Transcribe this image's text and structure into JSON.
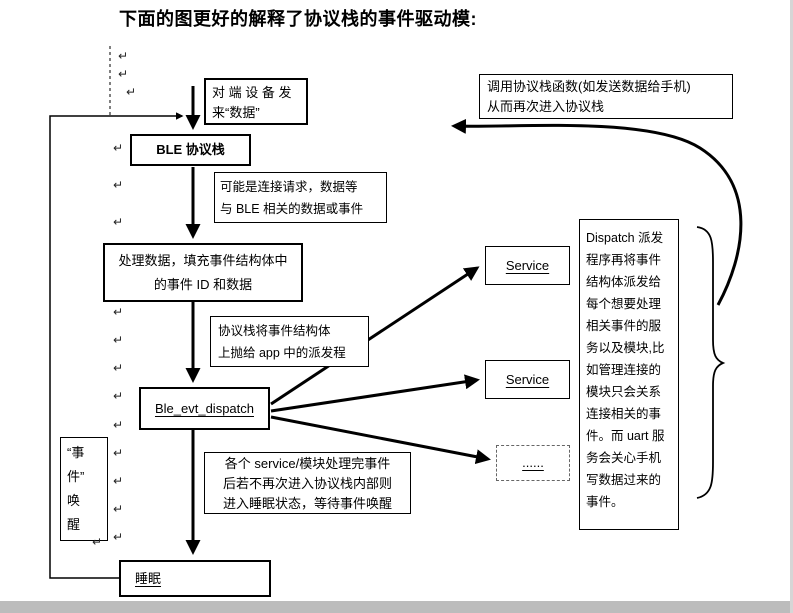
{
  "title": "下面的图更好的解释了协议栈的事件驱动模:",
  "pmark": "↵",
  "flow": {
    "peer": {
      "line1": "对 端 设 备 发",
      "line2": "来“数据”"
    },
    "ble": {
      "label": "BLE 协议栈"
    },
    "process": {
      "line1": "处理数据，填充事件结构体中",
      "line2": "的事件 ID 和数据"
    },
    "dispatch": {
      "label": "Ble_evt_dispatch"
    },
    "sleep": {
      "label": "睡眠"
    },
    "wake": {
      "line1": "“事",
      "line2": "件”",
      "line3": "唤",
      "line4": "醒"
    },
    "service1": {
      "label": "Service"
    },
    "service2": {
      "label": "Service"
    },
    "others": {
      "label": "......"
    }
  },
  "notes": {
    "incoming": {
      "line1": "可能是连接请求，数据等",
      "line2": "与 BLE 相关的数据或事件"
    },
    "throw_up": {
      "line1": "协议栈将事件结构体",
      "line2": "上抛给 app 中的派发程"
    },
    "sleep_note": {
      "line1": "各个 service/模块处理完事件",
      "line2": "后若不再次进入协议栈内部则",
      "line3": "进入睡眠状态，等待事件唤醒"
    },
    "callback": {
      "line1": "调用协议栈函数(如发送数据给手机)",
      "line2": "从而再次进入协议栈"
    },
    "dispatch_detail": "Dispatch 派发程序再将事件结构体派发给每个想要处理相关事件的服务以及模块,比如管理连接的模块只会关系连接相关的事件。而 uart 服务会关心手机写数据过来的事件。"
  },
  "colors": {
    "line": "#000000",
    "page_edge": "#bcbcbc"
  }
}
